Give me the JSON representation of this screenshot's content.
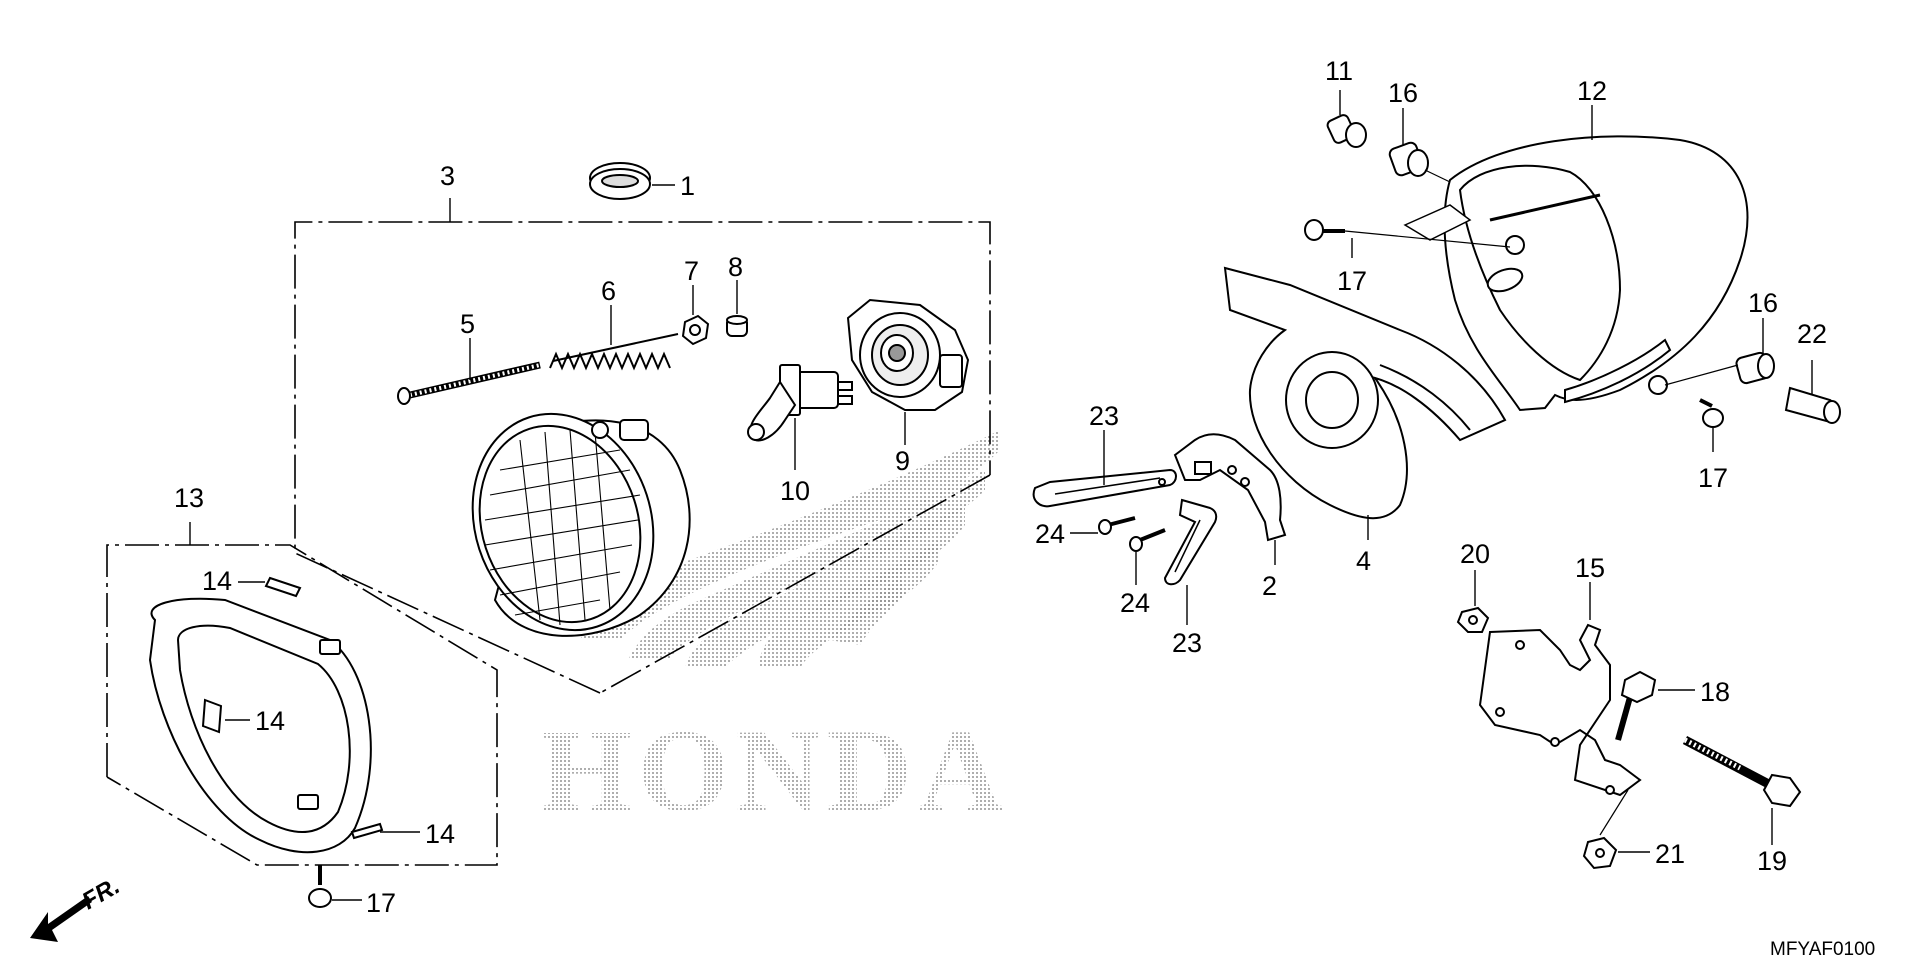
{
  "diagram": {
    "brand_watermark": "HONDA",
    "direction_label": "FR.",
    "diagram_code": "MFYAF0100",
    "callouts": {
      "c1": "1",
      "c2": "2",
      "c3": "3",
      "c4": "4",
      "c5": "5",
      "c6": "6",
      "c7": "7",
      "c8": "8",
      "c9": "9",
      "c10": "10",
      "c11": "11",
      "c12": "12",
      "c13": "13",
      "c14a": "14",
      "c14b": "14",
      "c14c": "14",
      "c15": "15",
      "c16a": "16",
      "c16b": "16",
      "c17a": "17",
      "c17b": "17",
      "c17c": "17",
      "c18": "18",
      "c19": "19",
      "c20": "20",
      "c21": "21",
      "c22": "22",
      "c23a": "23",
      "c23b": "23",
      "c24a": "24",
      "c24b": "24"
    }
  }
}
